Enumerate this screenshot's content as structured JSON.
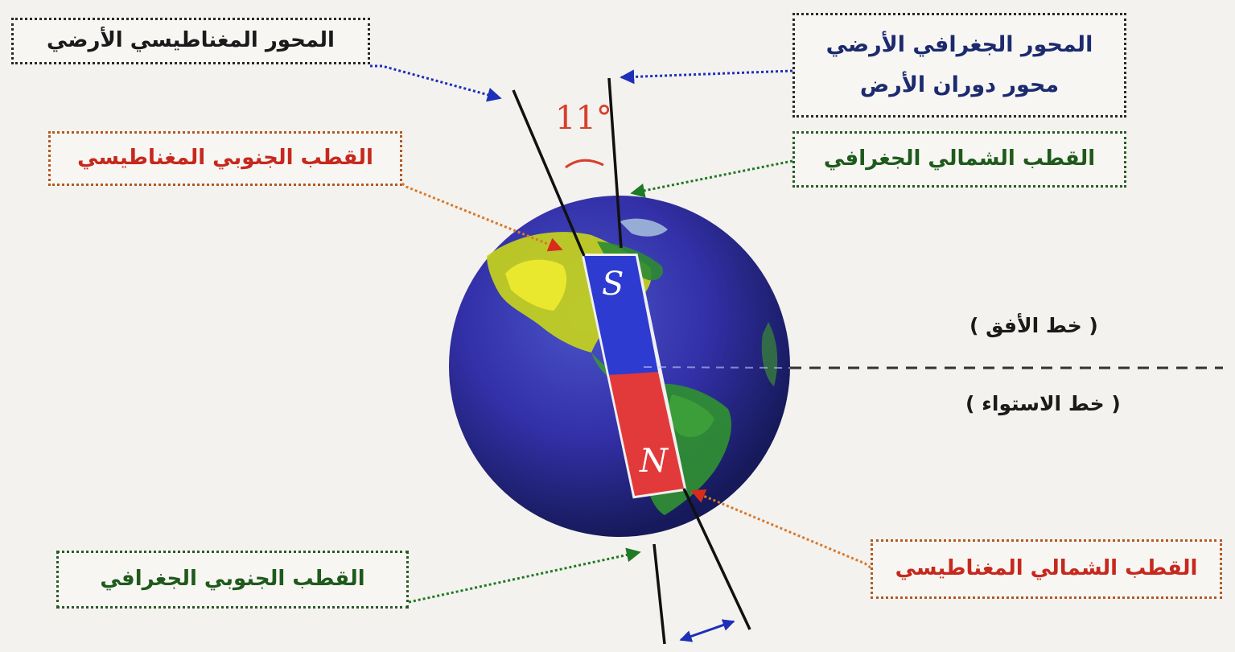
{
  "labels": {
    "magnetic_axis": "المحور المغناطيسي الأرضي",
    "geographic_axis_line1": "المحور الجغرافي الأرضي",
    "geographic_axis_line2": "محور دوران الأرض",
    "south_magnetic_pole": "القطب الجنوبي المغناطيسي",
    "north_geographic_pole": "القطب الشمالي الجغرافي",
    "horizon_line": "( خط الأفق )",
    "equator_line": "( خط الاستواء )",
    "south_geographic_pole": "القطب الجنوبي الجغرافي",
    "north_magnetic_pole": "القطب الشمالي المغناطيسي"
  },
  "angle": "11°",
  "magnet": {
    "top_letter": "S",
    "bottom_letter": "N"
  },
  "colors": {
    "navy_text": "#1c2a6e",
    "red_text": "#c7281d",
    "green_text": "#1f5a1c",
    "magnet_south": "#2d3bd0",
    "magnet_north": "#e23a3a",
    "arrow_blue": "#1e2fb8",
    "arrow_green": "#1e7a24",
    "arrow_red": "#d92b1c"
  }
}
